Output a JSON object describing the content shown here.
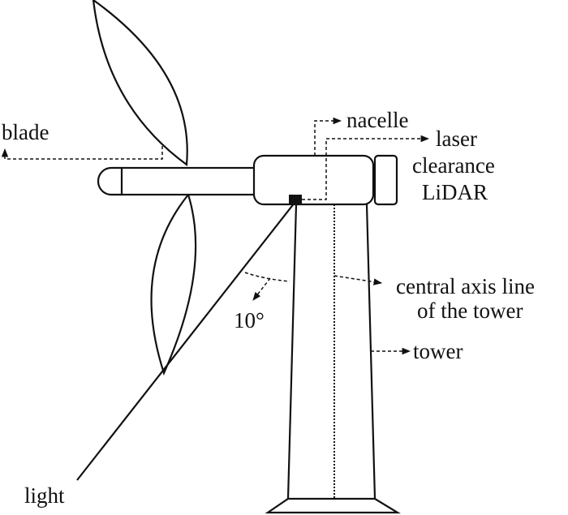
{
  "labels": {
    "blade": "blade",
    "nacelle": "nacelle",
    "lidar_line1": "laser",
    "lidar_line2": "clearance",
    "lidar_line3": "LiDAR",
    "axis_line1": "central axis line",
    "axis_line2": "of the tower",
    "angle": "10°",
    "tower": "tower",
    "light": "light"
  }
}
